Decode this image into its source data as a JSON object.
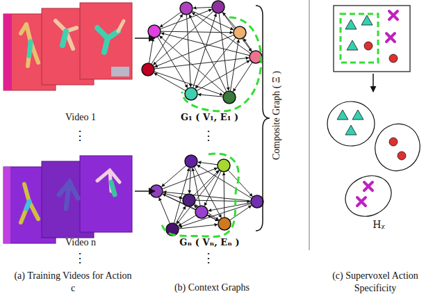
{
  "diagram": {
    "nodes": [
      {
        "text": [
          "Video 1"
        ]
      },
      {
        "text": [
          "G₁ ( V₁, E₁ )"
        ]
      },
      {
        "text": [
          "Video n"
        ]
      },
      {
        "text": [
          "Gₙ ( Vₙ, Eₙ )"
        ]
      }
    ],
    "edges": [
      {
        "from": 0,
        "to": 1,
        "arrow": "to"
      },
      {
        "from": 2,
        "to": 3,
        "arrow": "to"
      }
    ],
    "labels": [
      "⋮",
      "⋮",
      "⋮",
      "⋮",
      "(a) Training Videos for Action c",
      "(b) Context Graphs",
      "Composite Graph ( Ξ )",
      "(c) Supervoxel Action Specificity",
      "Hᵪ"
    ]
  }
}
